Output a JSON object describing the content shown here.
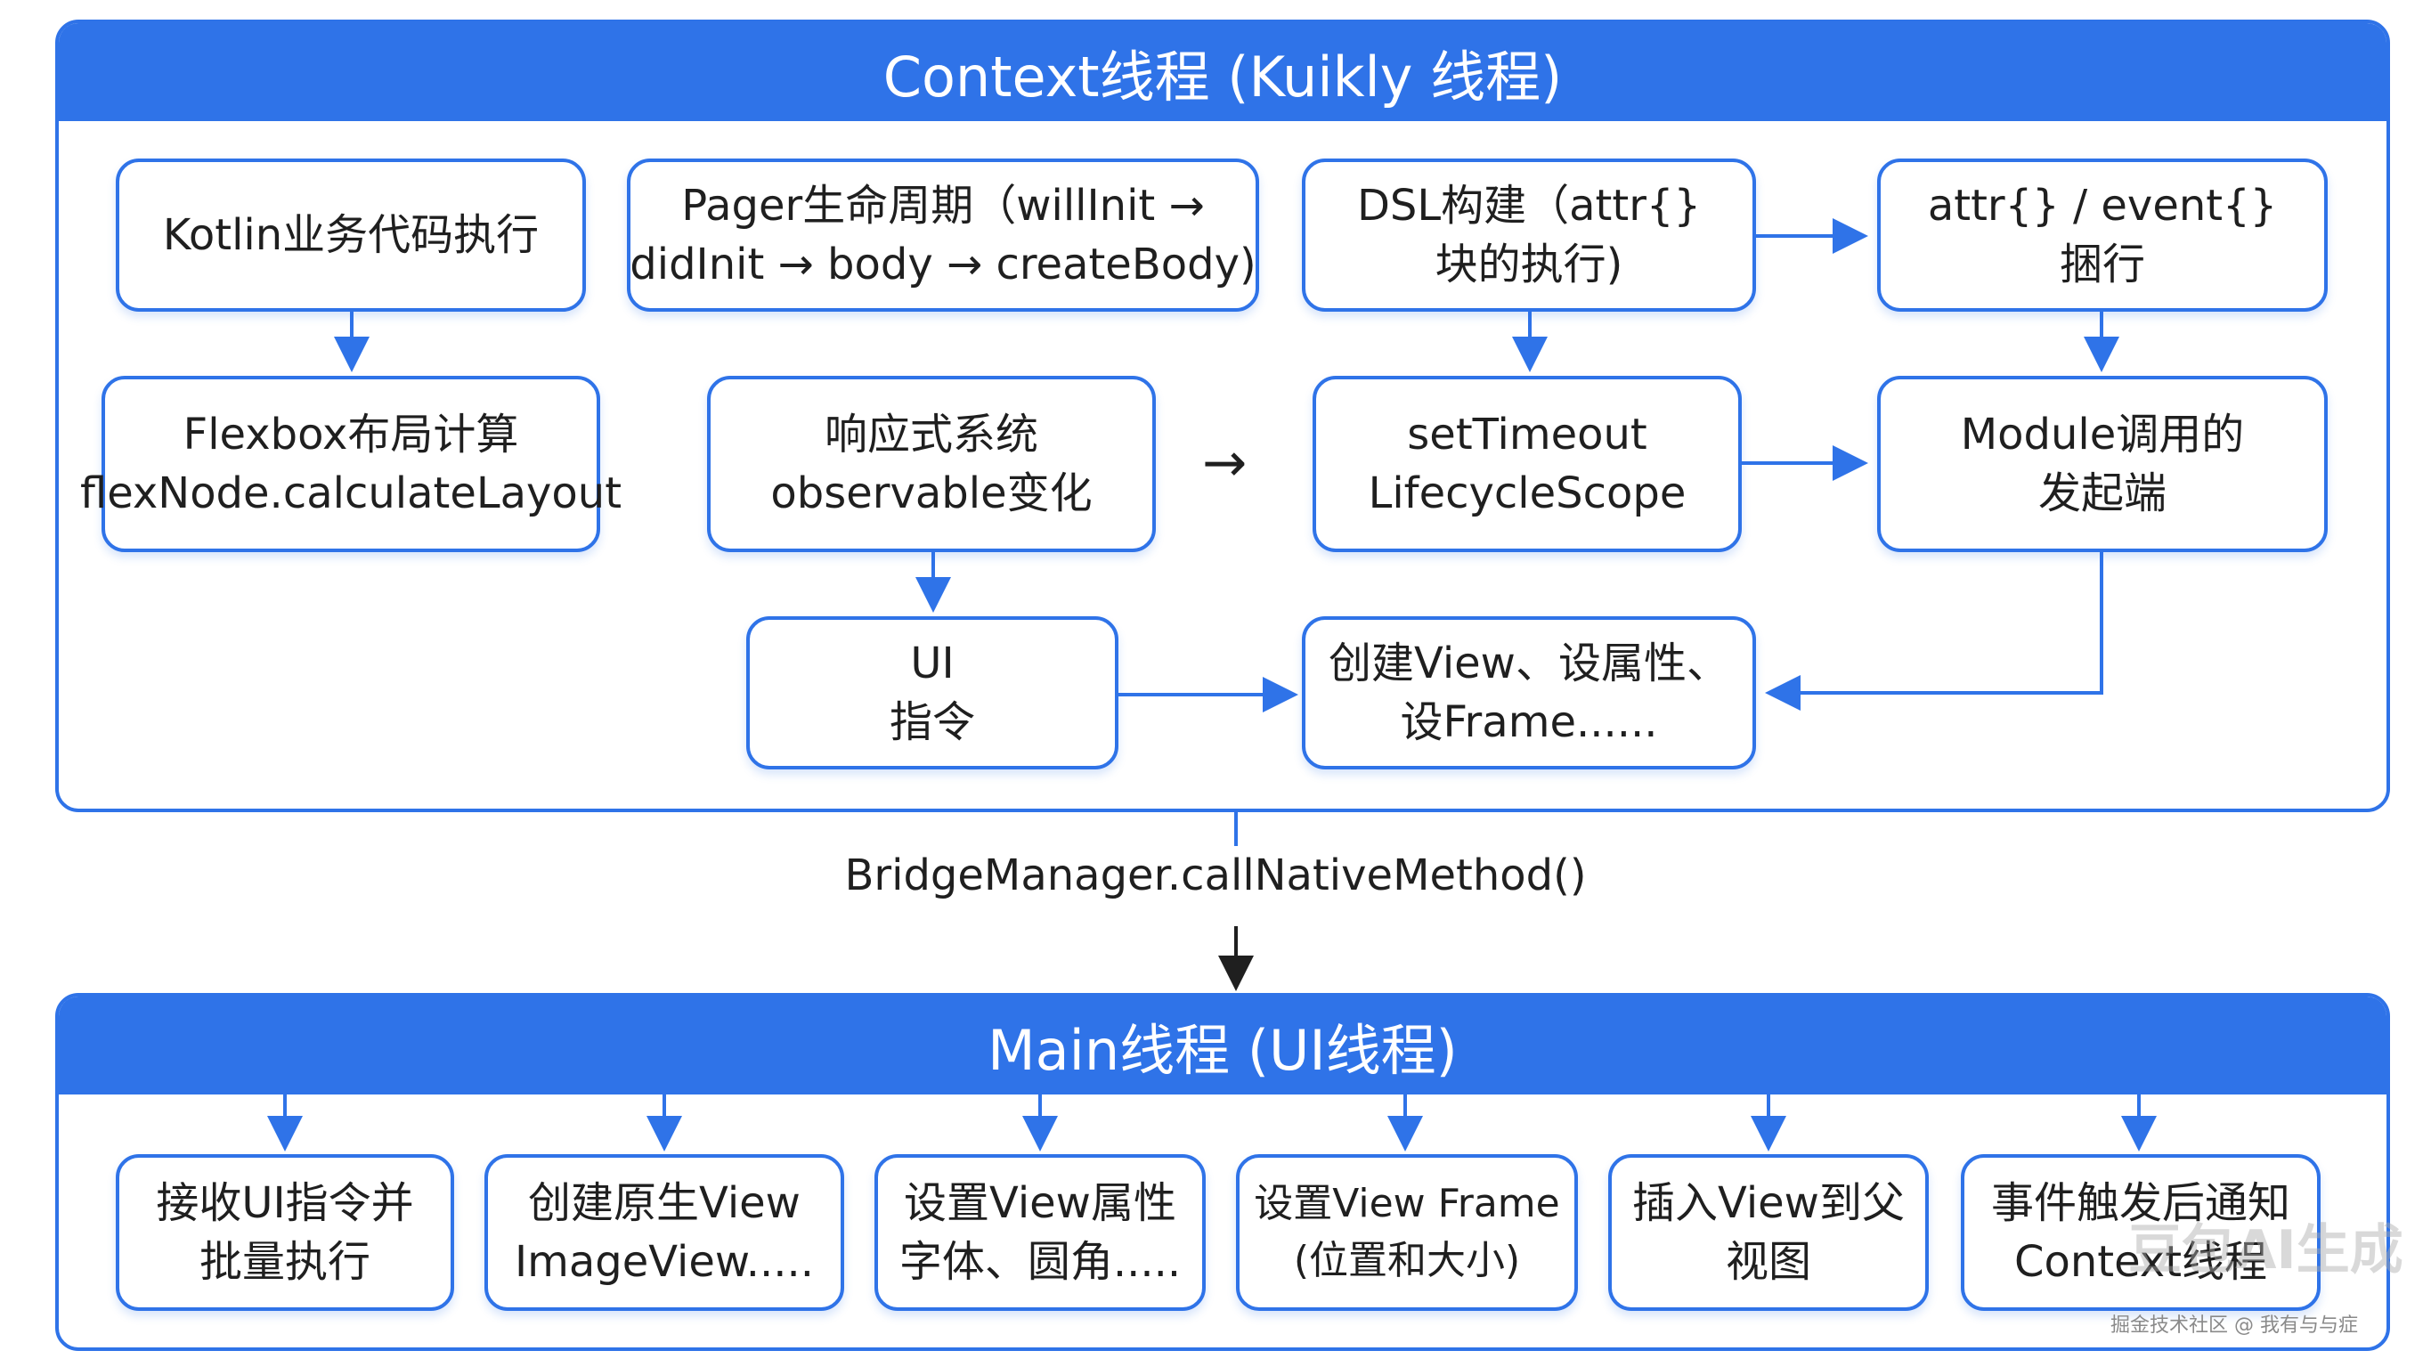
{
  "context_panel": {
    "title": "Context线程 (Kuikly 线程)",
    "boxes": {
      "kotlin": [
        "Kotlin业务代码执行"
      ],
      "pager": [
        "Pager生命周期（willInit →",
        "didInit → body → createBody)"
      ],
      "dsl": [
        "DSL构建（attr{}",
        "块的执行)"
      ],
      "attr_event": [
        "attr{} / event{}",
        "捆行"
      ],
      "flexbox": [
        "Flexbox布局计算",
        "flexNode.calculateLayout"
      ],
      "reactive": [
        "响应式系统",
        "observable变化"
      ],
      "settimeout": [
        "setTimeout",
        "LifecycleScope"
      ],
      "module": [
        "Module调用的",
        "发起端"
      ],
      "ui_cmd": [
        "UI",
        "指令"
      ],
      "create_view": [
        "创建View、设属性、",
        "设Frame......"
      ]
    },
    "inline_arrow": "→"
  },
  "bridge": {
    "label": "BridgeManager.callNativeMethod()"
  },
  "main_panel": {
    "title": "Main线程 (UI线程)",
    "boxes": [
      [
        "接收UI指令并",
        "批量执行"
      ],
      [
        "创建原生View",
        "ImageView....."
      ],
      [
        "设置View属性",
        "字体、圆角....."
      ],
      [
        "设置View Frame",
        "(位置和大小)"
      ],
      [
        "插入View到父",
        "视图"
      ],
      [
        "事件触发后通知",
        "Context线程"
      ]
    ]
  },
  "watermark": {
    "stamp": "豆包AI生成",
    "text": "掘金技术社区 @ 我有与与症"
  },
  "colors": {
    "accent": "#2f73e8",
    "text": "#1f1f1f"
  }
}
